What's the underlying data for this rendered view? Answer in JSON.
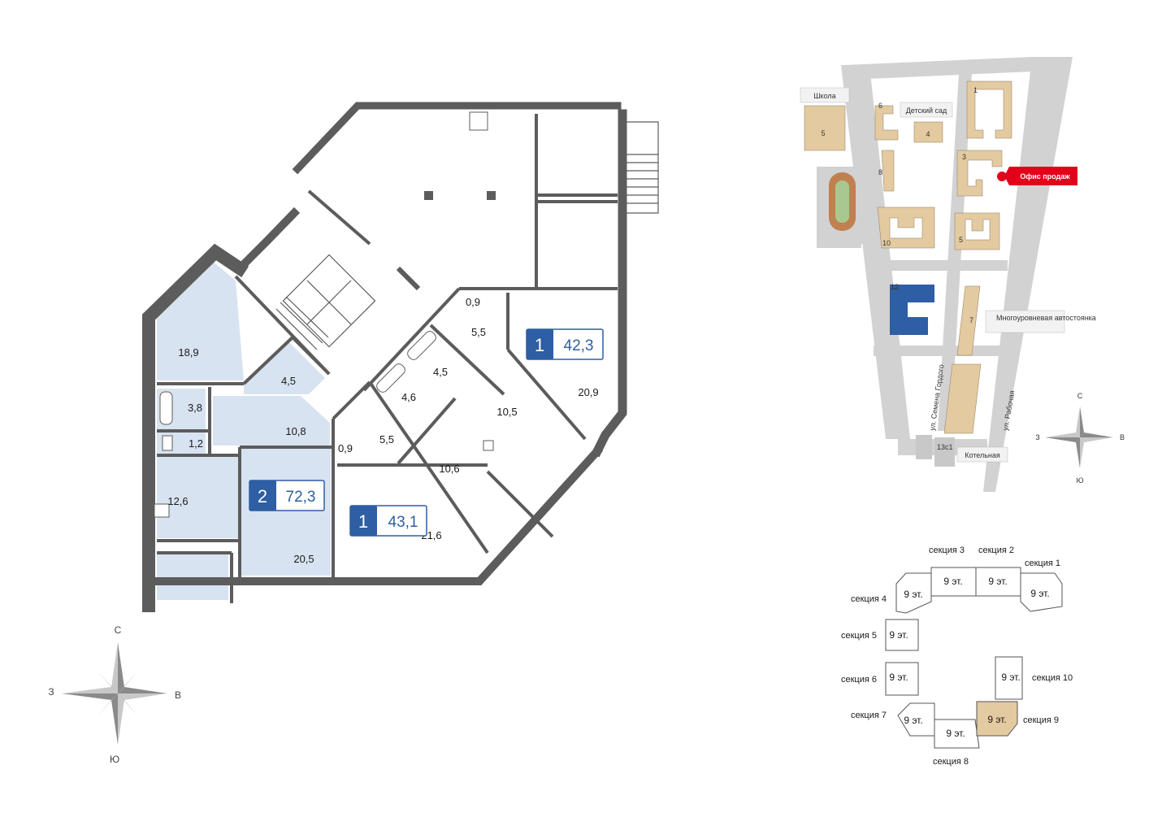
{
  "colors": {
    "wall": "#5c5c5c",
    "apartment_fill": "#d8e3f1",
    "badge_blue": "#2e5ea3",
    "map_road": "#d2d2d2",
    "building_beige": "#e4caa0",
    "highlight_building": "#2e5ea3",
    "sales_office_red": "#e3001b",
    "section_highlight": "#e4caa0"
  },
  "floor_plan": {
    "rooms": [
      "18,9",
      "4,5",
      "3,8",
      "1,2",
      "10,8",
      "12,6",
      "20,5",
      "0,9",
      "5,5",
      "4,5",
      "4,6",
      "5,5",
      "10,5",
      "0,9",
      "10,6",
      "20,9",
      "21,6"
    ],
    "apartments": [
      {
        "rooms": "1",
        "area": "42,3"
      },
      {
        "rooms": "2",
        "area": "72,3"
      },
      {
        "rooms": "1",
        "area": "43,1"
      }
    ]
  },
  "compass_main": {
    "north": "С",
    "south": "Ю",
    "west": "З",
    "east": "В"
  },
  "compass_map": {
    "north": "С",
    "south": "Ю",
    "west": "З",
    "east": "В"
  },
  "site_map": {
    "school": "Школа",
    "kindergarten": "Детский сад",
    "sales_office": "Офис продаж",
    "parking": "Многоуровневая автостоянка",
    "boiler": "Котельная",
    "street_1": "ул. Семена Гордого",
    "street_2": "ул. Рабочая",
    "building_numbers": [
      "5",
      "6",
      "4",
      "1",
      "3",
      "8",
      "10",
      "5",
      "12",
      "7",
      "13с1"
    ]
  },
  "sections": [
    {
      "name": "секция 1",
      "floors": "9 эт."
    },
    {
      "name": "секция 2",
      "floors": "9 эт."
    },
    {
      "name": "секция 3",
      "floors": "9 эт."
    },
    {
      "name": "секция 4",
      "floors": "9 эт."
    },
    {
      "name": "секция 5",
      "floors": "9 эт."
    },
    {
      "name": "секция 6",
      "floors": "9 эт."
    },
    {
      "name": "секция 7",
      "floors": "9 эт."
    },
    {
      "name": "секция 8",
      "floors": "9 эт."
    },
    {
      "name": "секция 9",
      "floors": "9 эт.",
      "highlighted": true
    },
    {
      "name": "секция 10",
      "floors": "9 эт."
    }
  ]
}
